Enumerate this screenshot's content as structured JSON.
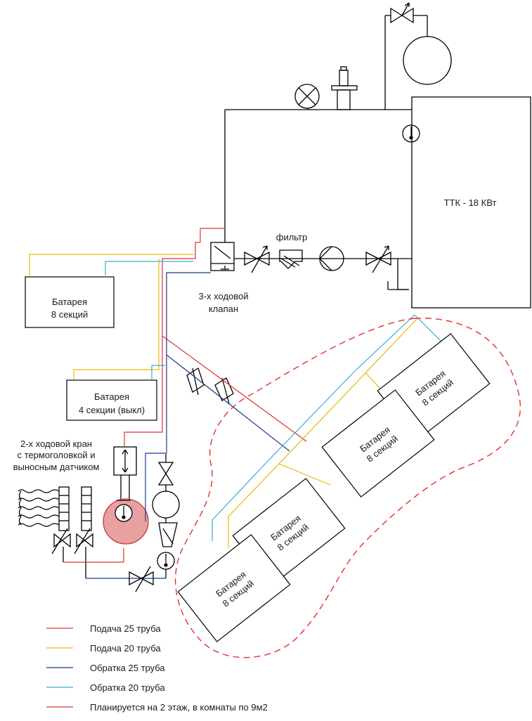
{
  "boiler": {
    "label": "ТТК - 18 КВт"
  },
  "filter_label": "фильтр",
  "three_way_valve": {
    "line1": "3-х ходовой",
    "line2": "клапан"
  },
  "two_way_valve": {
    "line1": "2-х ходовой кран",
    "line2": "с термоголовкой и",
    "line3": "выносным датчиком"
  },
  "batteries": {
    "left_top": {
      "line1": "Батарея",
      "line2": "8 секций"
    },
    "left_mid": {
      "line1": "Батарея",
      "line2": "4 секции (выкл)"
    },
    "zone1": {
      "line1": "Батарея",
      "line2": "8 секций"
    },
    "zone2": {
      "line1": "Батарея",
      "line2": "8 секций"
    },
    "zone3": {
      "line1": "Батарея",
      "line2": "8 секций"
    },
    "zone4": {
      "line1": "Батарея",
      "line2": "8 секций"
    }
  },
  "legend": [
    {
      "label": "Подача 25 труба",
      "color": "#e03030"
    },
    {
      "label": "Подача 20 труба",
      "color": "#f0b400"
    },
    {
      "label": "Обратка 25 труба",
      "color": "#1a3a8c"
    },
    {
      "label": "Обратка 20 труба",
      "color": "#3aaad8"
    },
    {
      "label": "Планируется на 2 этаж, в комнаты по 9м2",
      "color": "#e03030"
    }
  ]
}
